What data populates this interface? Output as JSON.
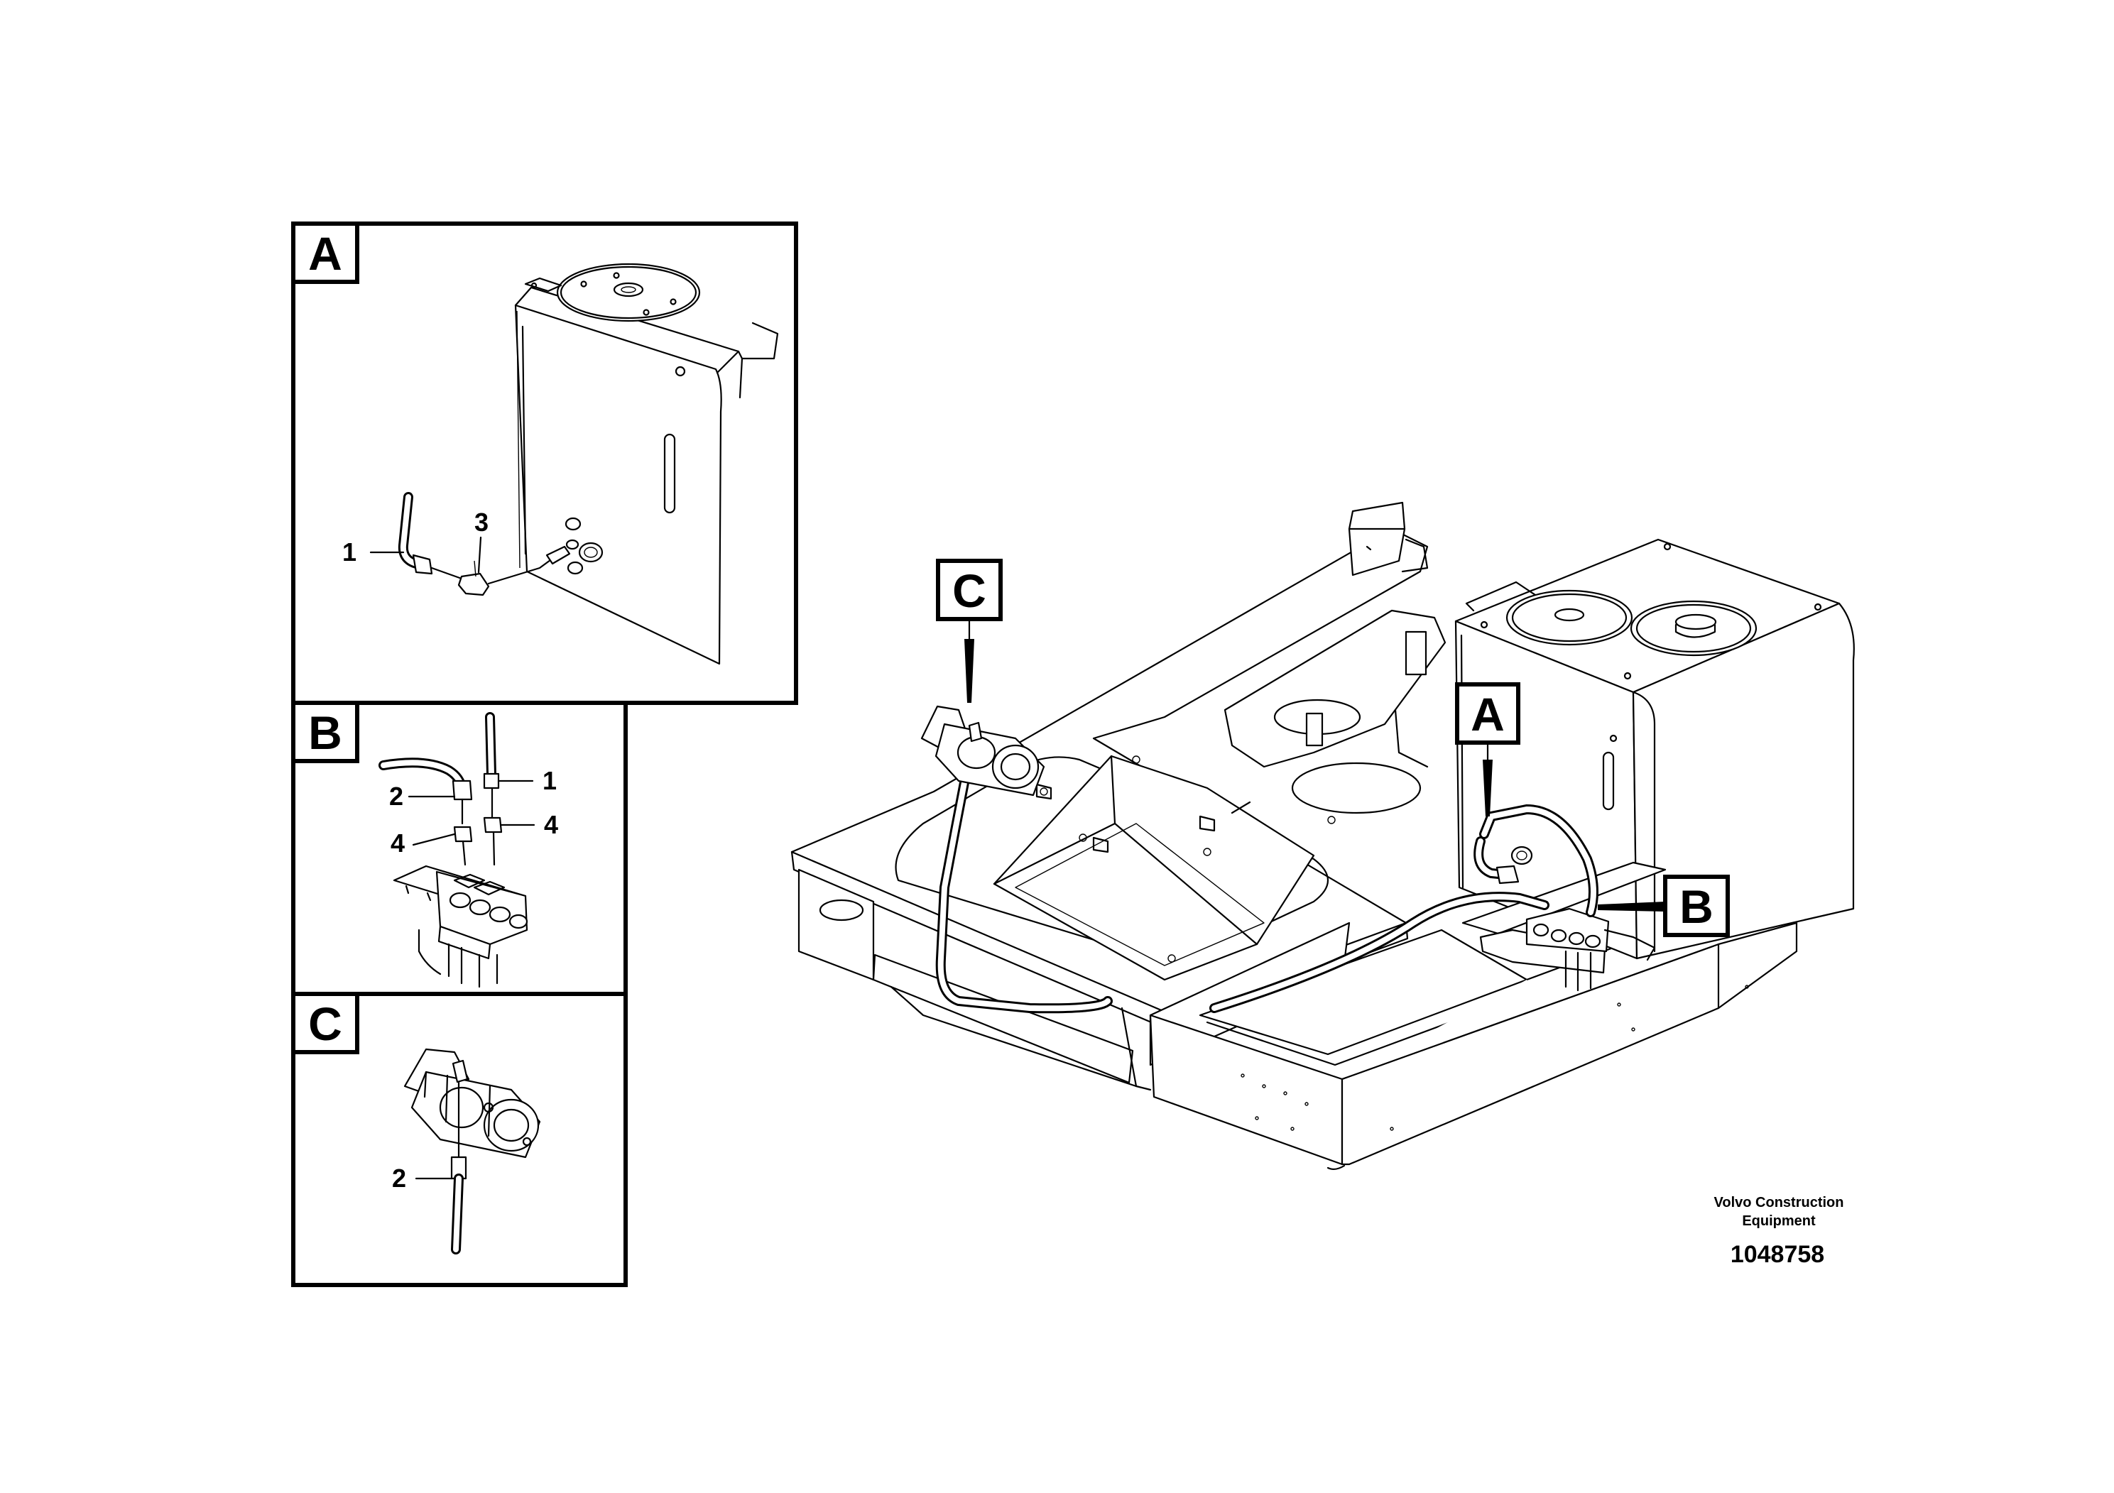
{
  "detail_views": [
    {
      "tag": "A",
      "callouts": [
        "1",
        "3"
      ]
    },
    {
      "tag": "B",
      "callouts": [
        "2",
        "1",
        "4",
        "4"
      ]
    },
    {
      "tag": "C",
      "callouts": [
        "2"
      ]
    }
  ],
  "main_view": {
    "callout_tags": [
      "C",
      "A",
      "B"
    ]
  },
  "caption": {
    "company_line1": "Volvo Construction",
    "company_line2": "Equipment",
    "drawing_number": "1048758"
  }
}
